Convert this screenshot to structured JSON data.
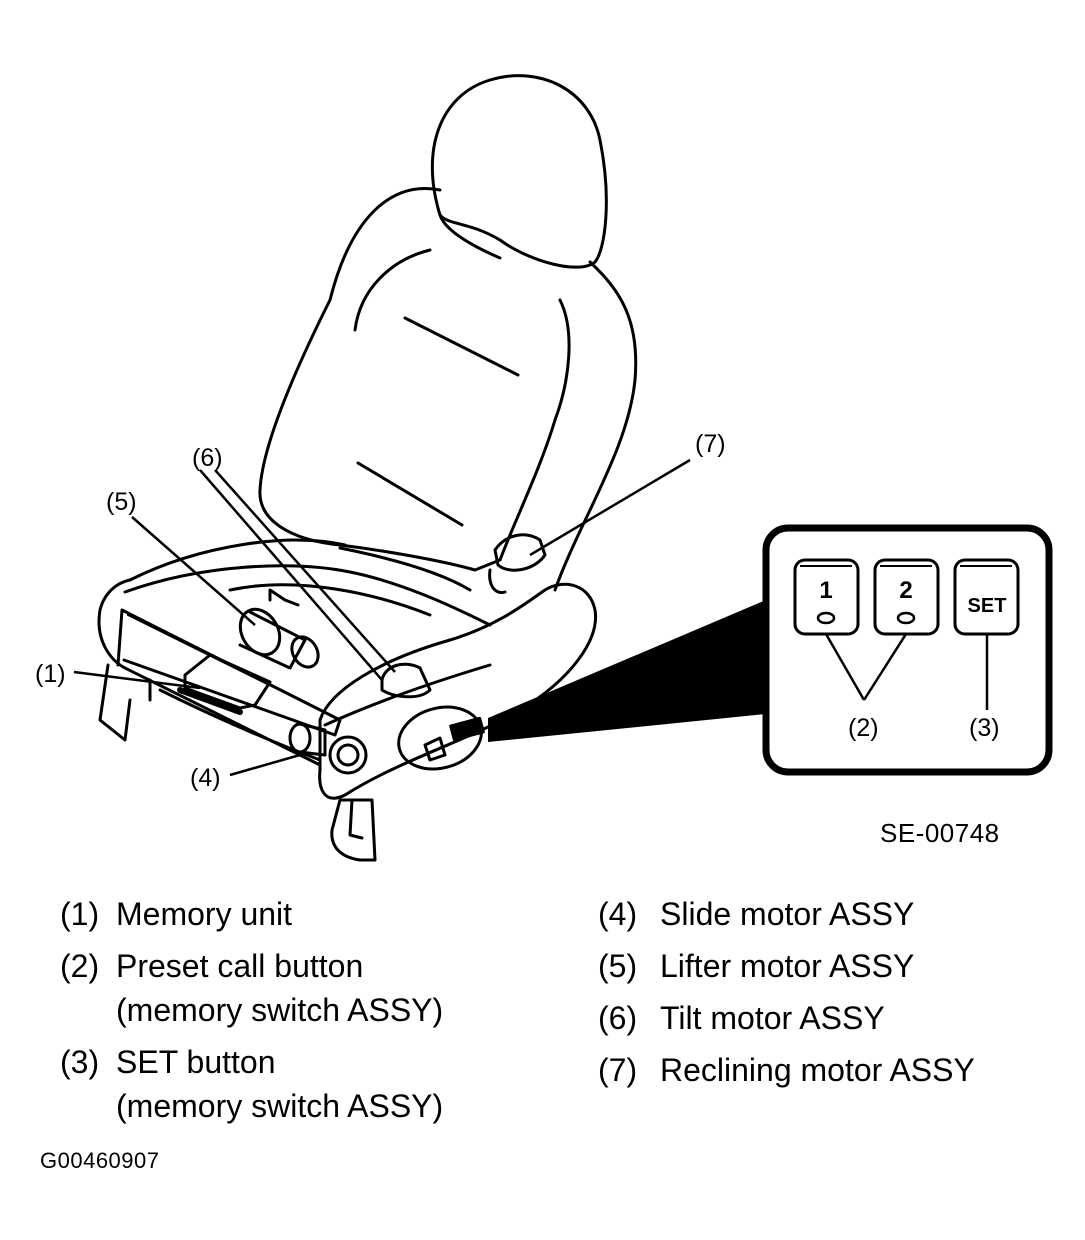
{
  "figure_code": "SE-00748",
  "document_code": "G00460907",
  "callouts": {
    "c1": "(1)",
    "c2": "(2)",
    "c3": "(3)",
    "c4": "(4)",
    "c5": "(5)",
    "c6": "(6)",
    "c7": "(7)"
  },
  "switch_panel": {
    "button_1": "1",
    "button_2": "2",
    "button_set": "SET"
  },
  "legend": [
    {
      "num": "(1)",
      "lines": [
        "Memory unit"
      ]
    },
    {
      "num": "(2)",
      "lines": [
        "Preset call button",
        "(memory switch ASSY)"
      ]
    },
    {
      "num": "(3)",
      "lines": [
        "SET button",
        "(memory switch ASSY)"
      ]
    },
    {
      "num": "(4)",
      "lines": [
        "Slide motor ASSY"
      ]
    },
    {
      "num": "(5)",
      "lines": [
        "Lifter motor ASSY"
      ]
    },
    {
      "num": "(6)",
      "lines": [
        "Tilt motor ASSY"
      ]
    },
    {
      "num": "(7)",
      "lines": [
        "Reclining motor ASSY"
      ]
    }
  ]
}
